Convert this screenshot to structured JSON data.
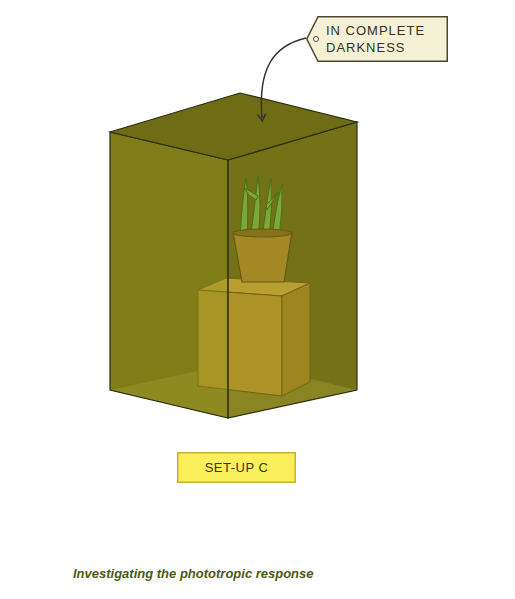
{
  "diagram": {
    "caption": "Investigating the phototropic response",
    "nodes": [
      {
        "text": [
          "IN COMPLETE DARKNESS"
        ]
      },
      {
        "text": [
          "SET-UP C"
        ]
      }
    ]
  }
}
